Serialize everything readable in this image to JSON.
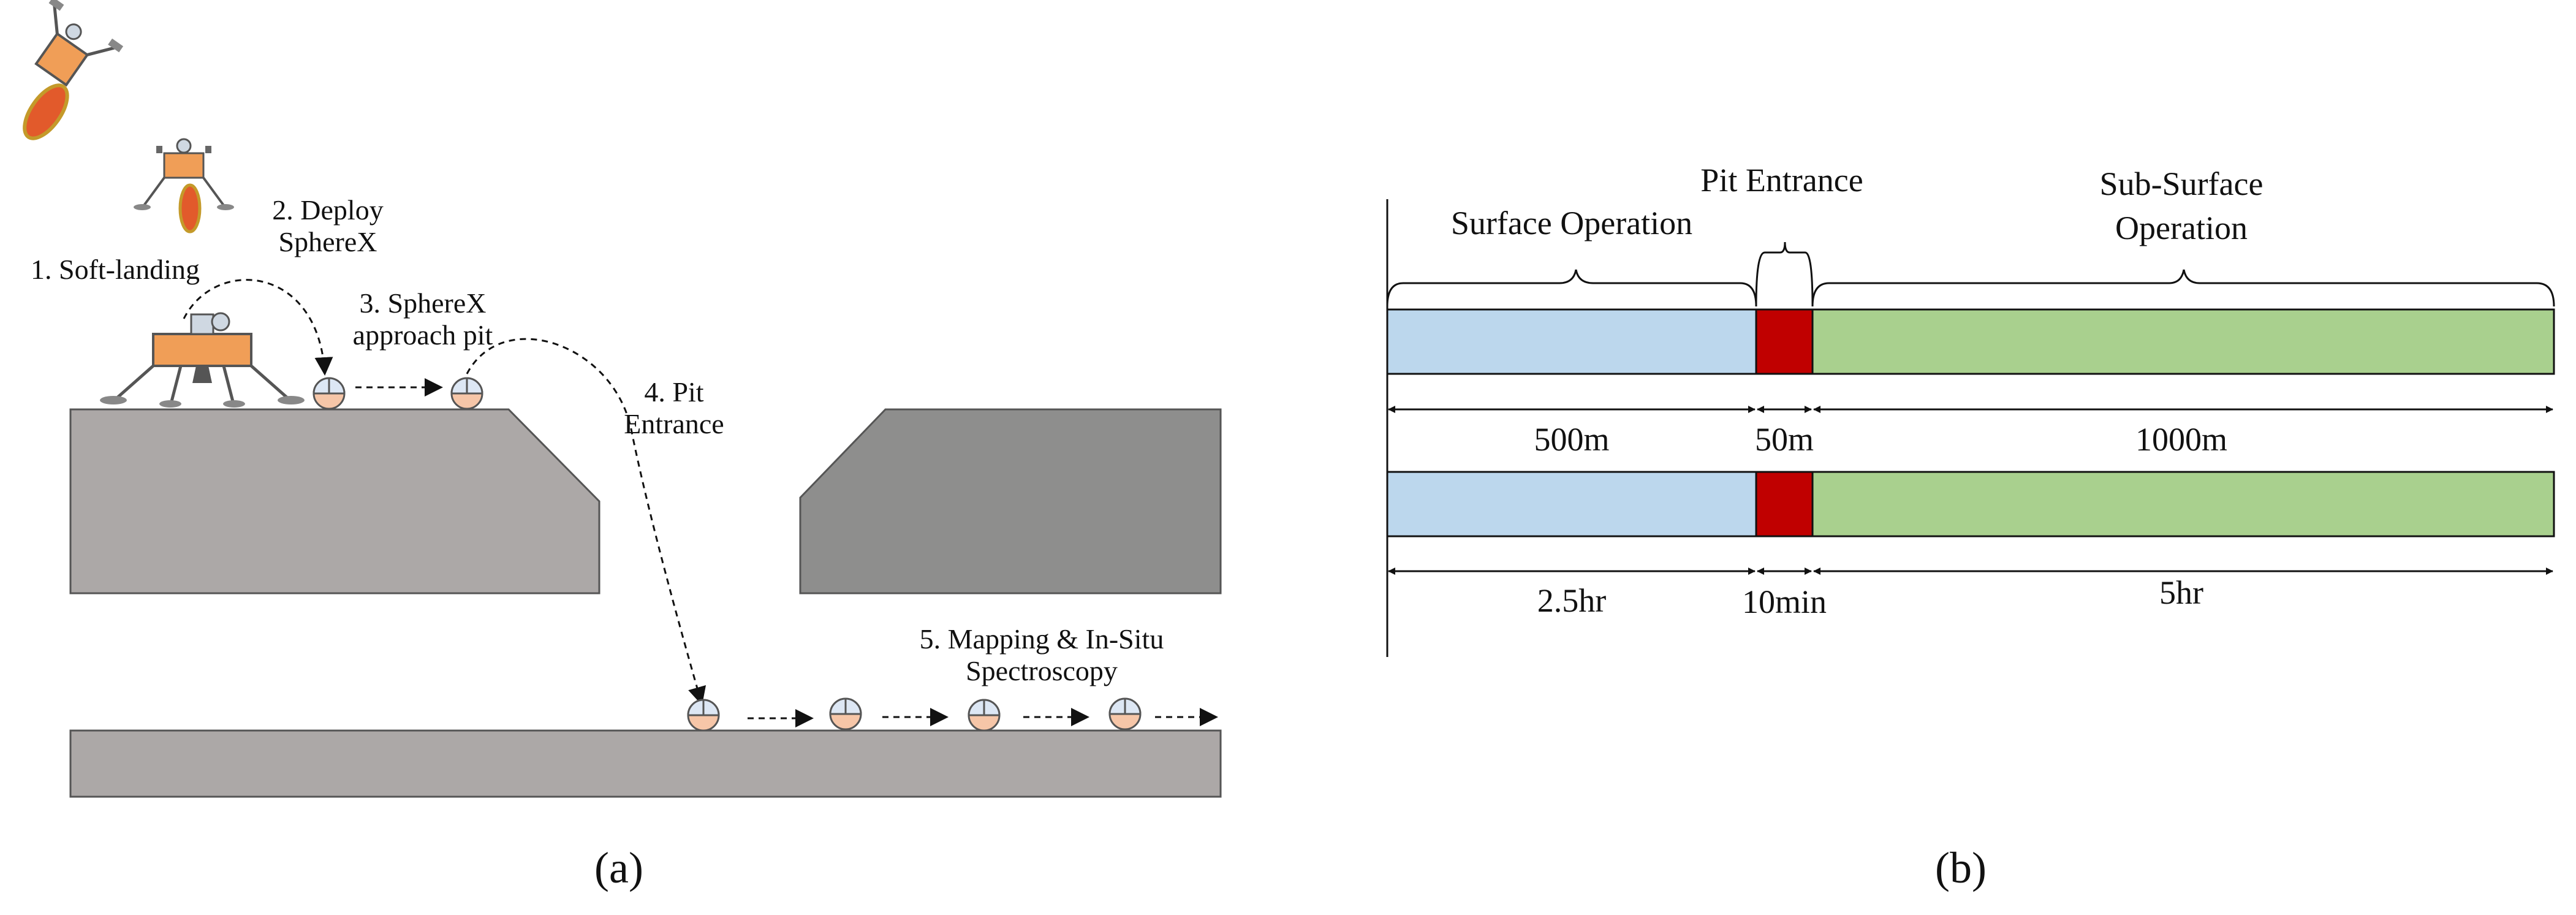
{
  "panel_a": {
    "caption": "(a)",
    "steps": {
      "step1": "1. Soft-landing",
      "step2_line1": "2. Deploy",
      "step2_line2": "SphereX",
      "step3_line1": "3. SphereX",
      "step3_line2": "approach pit",
      "step4_line1": "4. Pit",
      "step4_line2": "Entrance",
      "step5_line1": "5. Mapping & In-Situ",
      "step5_line2": "Spectroscopy"
    },
    "colors": {
      "ground": "#aca8a7",
      "ground_dark": "#8e8e8d",
      "lander_body": "#f09e57",
      "sphere_lower": "#f6c6a8",
      "sphere_upper": "#dde7f4",
      "flame": "#e25a2b"
    }
  },
  "panel_b": {
    "caption": "(b)",
    "sections": {
      "surface": "Surface Operation",
      "pit": "Pit Entrance",
      "subsurface_line1": "Sub-Surface",
      "subsurface_line2": "Operation"
    },
    "distance_row": [
      "500m",
      "50m",
      "1000m"
    ],
    "time_row": [
      "2.5hr",
      "10min",
      "5hr"
    ],
    "colors": {
      "surface": "#bcd7ed",
      "pit": "#c00000",
      "subsurface": "#a9d08e"
    }
  }
}
